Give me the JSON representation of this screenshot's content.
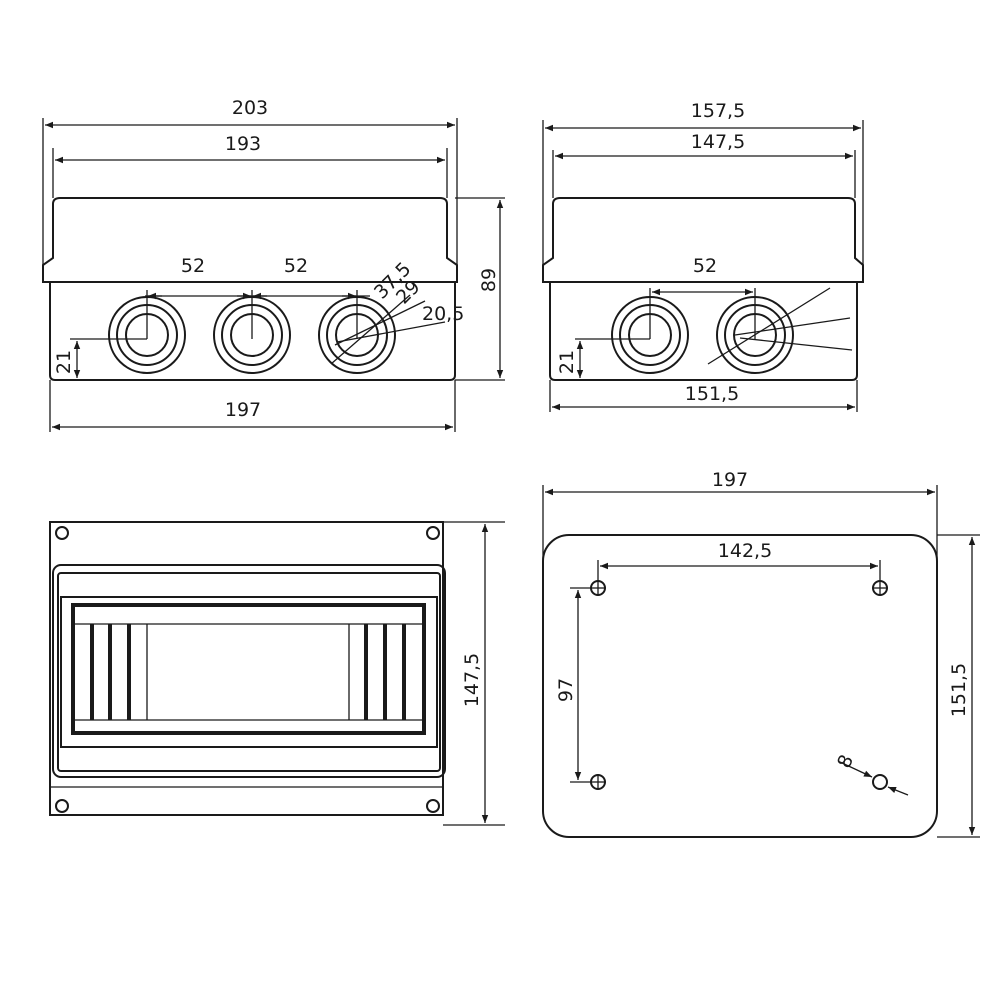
{
  "front_view": {
    "overall_width": "203",
    "lid_width": "193",
    "body_width": "197",
    "height": "89",
    "hole_spacing_1": "52",
    "hole_spacing_2": "52",
    "hole_height": "21",
    "dia_outer": "37,5",
    "dia_middle": "29",
    "dia_inner": "20,5"
  },
  "side_view": {
    "overall_width": "157,5",
    "lid_width": "147,5",
    "body_width": "151,5",
    "hole_spacing": "52",
    "hole_height": "21"
  },
  "top_view": {
    "height": "147,5"
  },
  "bottom_view": {
    "width": "197",
    "height": "151,5",
    "mount_spacing_x": "142,5",
    "mount_spacing_y": "97",
    "mount_hole_dia": "8"
  }
}
